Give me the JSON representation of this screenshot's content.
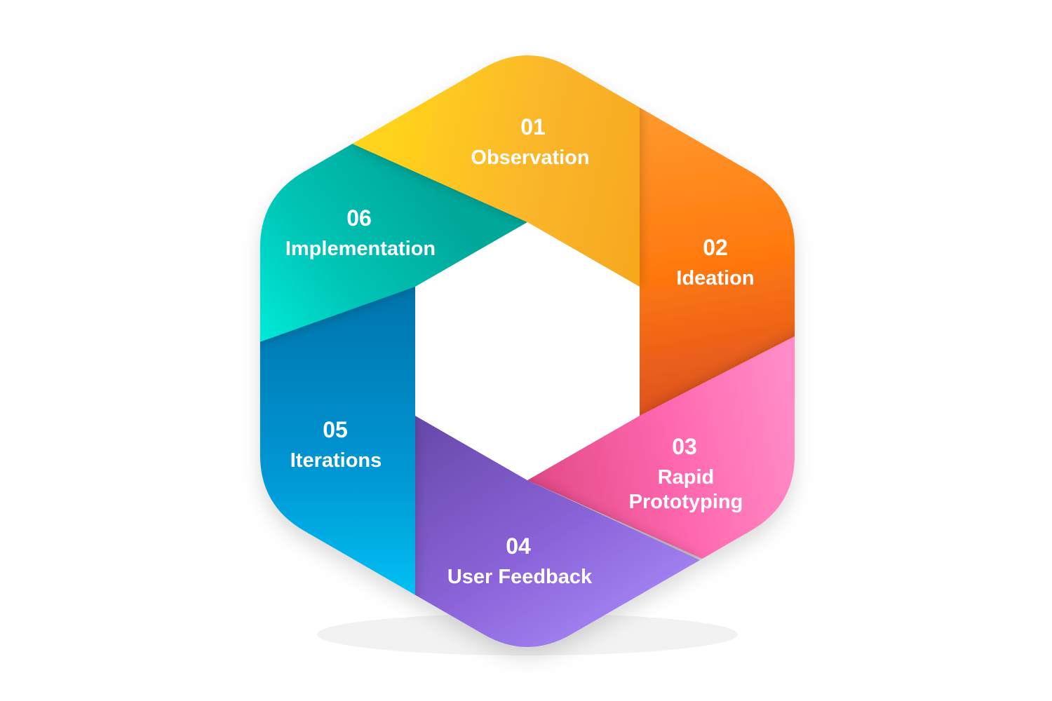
{
  "diagram": {
    "type": "cycle-hexagon",
    "steps": [
      {
        "number": "01",
        "label_lines": [
          "Observation"
        ],
        "colors": {
          "start": "#FFD21C",
          "mid": "#FBB62B",
          "end": "#F7A91F"
        },
        "icon": "none"
      },
      {
        "number": "02",
        "label_lines": [
          "Ideation"
        ],
        "colors": {
          "start": "#FF9A2E",
          "mid": "#FF7A0F",
          "end": "#E2561F"
        }
      },
      {
        "number": "03",
        "label_lines": [
          "Rapid",
          "Prototyping"
        ],
        "colors": {
          "start": "#E24A86",
          "mid": "#FF68B0",
          "end": "#FF8CC6"
        }
      },
      {
        "number": "04",
        "label_lines": [
          "User Feedback"
        ],
        "colors": {
          "start": "#6B4BAE",
          "mid": "#8A63D8",
          "end": "#A686F5"
        }
      },
      {
        "number": "05",
        "label_lines": [
          "Iterations"
        ],
        "colors": {
          "start": "#0077B0",
          "mid": "#0098D6",
          "end": "#00C8F8"
        }
      },
      {
        "number": "06",
        "label_lines": [
          "Implementation"
        ],
        "colors": {
          "start": "#00A89A",
          "mid": "#00C5B6",
          "end": "#00EAD8"
        }
      }
    ]
  }
}
